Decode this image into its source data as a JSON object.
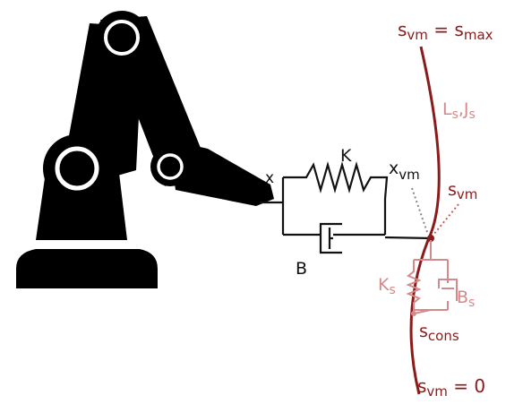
{
  "labels": {
    "s_max": {
      "main": "s",
      "sub": "vm",
      "rest": " = s",
      "sub2": "max"
    },
    "path_props": {
      "main": "L",
      "sub": "s",
      "mid": ",J",
      "sub2": "s"
    },
    "s_vm": {
      "main": "s",
      "sub": "vm"
    },
    "x": "x",
    "x_vm": {
      "main": "x",
      "sub": "vm"
    },
    "K": "K",
    "B": "B",
    "K_s": {
      "main": "K",
      "sub": "s"
    },
    "B_s": {
      "main": "B",
      "sub": "s"
    },
    "s_cons": {
      "main": "s",
      "sub": "cons"
    },
    "s_zero": {
      "main": "s",
      "sub": "vm",
      "rest": " = 0"
    }
  },
  "colors": {
    "robot": "#000000",
    "spring_damper": "#111111",
    "virtual_path": "#8b1a1a",
    "constraint_element": "#d48a8a"
  },
  "icons": {
    "robot": "robot-arm-icon"
  }
}
